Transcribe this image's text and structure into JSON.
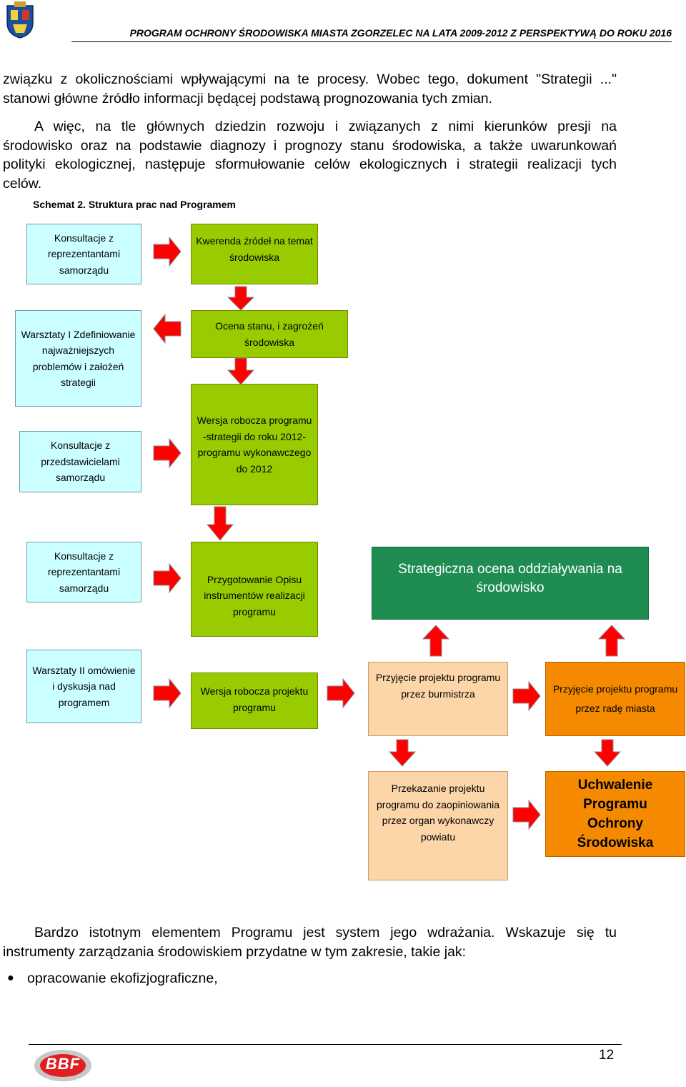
{
  "header": {
    "title": "PROGRAM OCHRONY ŚRODOWISKA MIASTA ZGORZELEC NA LATA 2009-2012 Z PERSPEKTYWĄ DO ROKU 2016"
  },
  "paragraphs": {
    "p1_lines": [
      "związku z okolicznościami wpływającymi na te procesy. Wobec tego, dokument \"Strategii ...\"",
      "stanowi główne źródło informacji będącej podstawą prognozowania tych zmian."
    ],
    "p2_lines": [
      "A więc, na tle głównych dziedzin rozwoju i związanych z nimi kierunków presji na",
      "środowisko oraz na podstawie diagnozy i prognozy stanu środowiska, a także uwarunkowań",
      "polityki ekologicznej, następuje sformułowanie celów ekologicznych i strategii realizacji tych",
      "celów."
    ],
    "p3_lines": [
      "Bardzo istotnym elementem Programu jest system jego wdrażania. Wskazuje się tu",
      "instrumenty zarządzania środowiskiem przydatne w tym zakresie, takie jak:"
    ],
    "bullet": "opracowanie ekofizjograficzne,"
  },
  "schema": {
    "title": "Schemat 2. Struktura prac nad Programem",
    "boxes": {
      "konsultacje1": "Konsultacje z reprezentantami samorządu",
      "kwerenda": "Kwerenda źródeł na temat środowiska",
      "warsztaty1": "Warsztaty I Zdefiniowanie najważniejszych problemów i założeń strategii",
      "ocena": "Ocena stanu, i zagrożeń środowiska",
      "konsultacje2": "Konsultacje z przedstawicielami samorządu",
      "wersja_robocza_prog": "Wersja robocza programu -strategii do roku 2012- programu wykonawczego do 2012",
      "konsultacje3": "Konsultacje z reprezentantami samorządu",
      "przygotowanie": "Przygotowanie Opisu instrumentów realizacji programu",
      "strategiczna": "Strategiczna ocena oddziaływania na środowisko",
      "warsztaty2": "Warsztaty II omówienie i dyskusja nad programem",
      "wersja_robocza_proj": "Wersja robocza projektu programu",
      "przyjecie_burmistrz": "Przyjęcie projektu programu przez burmistrza",
      "przyjecie_rada": "Przyjęcie projektu programu przez radę miasta",
      "przekazanie": "Przekazanie projektu programu do zaopiniowania przez organ wykonawczy powiatu",
      "uchwalenie": "Uchwalenie Programu Ochrony Środowiska"
    }
  },
  "footer": {
    "logo_text": "BBF",
    "page_number": "12"
  },
  "colors": {
    "cyan_box": "#ccffff",
    "green_box": "#99cc00",
    "dark_green_box": "#1f8c52",
    "peach_box": "#fcd5a8",
    "orange_box": "#f58a00",
    "arrow_red": "#ff0000"
  }
}
